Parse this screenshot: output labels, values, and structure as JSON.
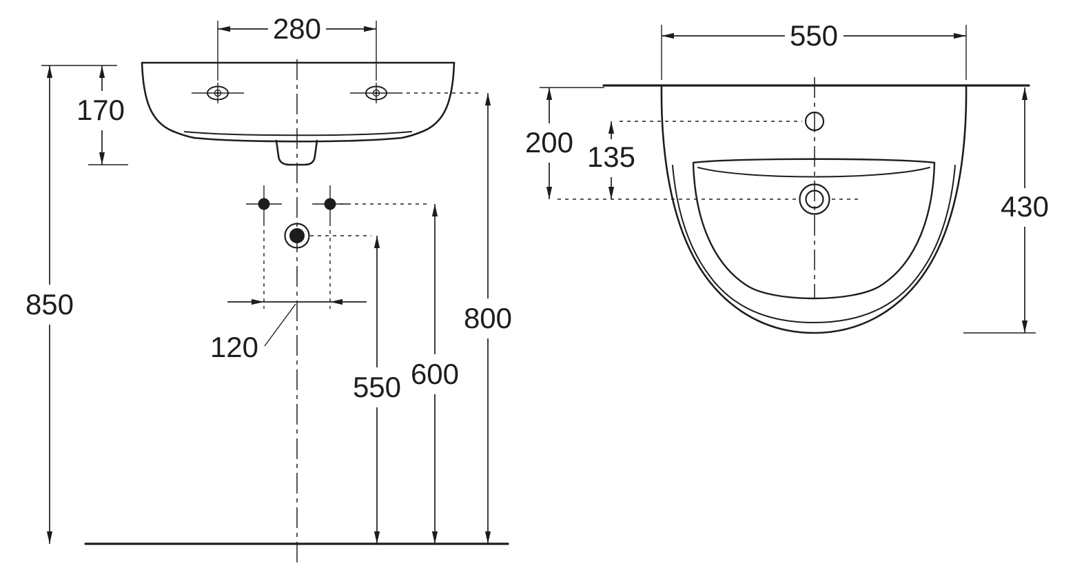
{
  "colors": {
    "line": "#1d1d1b",
    "background": "#ffffff"
  },
  "front_view": {
    "tap_hole_spacing": "280",
    "basin_height": "170",
    "rim_height_from_floor": "850",
    "bolt_hole_spacing": "120",
    "drain_height": "550",
    "bolt_hole_height": "600",
    "tap_hole_height": "800"
  },
  "plan_view": {
    "overall_width": "550",
    "wall_to_bowl_center": "200",
    "tap_hole_to_bowl_center": "135",
    "overall_depth": "430"
  }
}
